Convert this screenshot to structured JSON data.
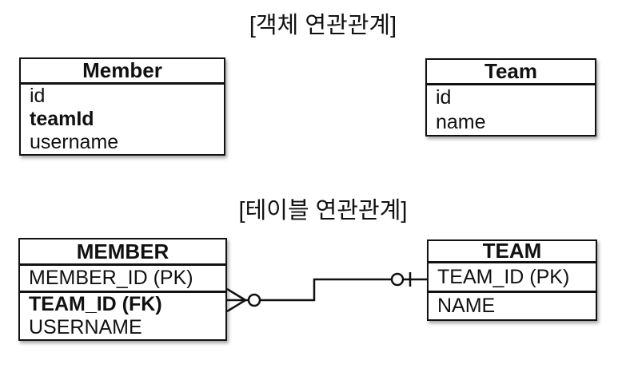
{
  "colors": {
    "text": "#111111",
    "line": "#111111",
    "background": "#ffffff"
  },
  "object_diagram": {
    "title": "[객체 연관관계]",
    "member": {
      "title": "Member",
      "rows": [
        "id",
        "teamId",
        "username"
      ]
    },
    "team": {
      "title": "Team",
      "rows": [
        "id",
        "name"
      ]
    }
  },
  "table_diagram": {
    "title": "[테이블 연관관계]",
    "member": {
      "title": "MEMBER",
      "pk_row": "MEMBER_ID (PK)",
      "fk_row": "TEAM_ID (FK)",
      "rows": [
        "USERNAME"
      ]
    },
    "team": {
      "title": "TEAM",
      "pk_row": "TEAM_ID (PK)",
      "rows": [
        "NAME"
      ]
    },
    "relationship": {
      "member_end": "zero-or-many",
      "team_end": "zero-or-one"
    }
  }
}
